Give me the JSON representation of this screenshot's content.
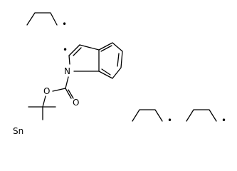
{
  "molecule": {
    "atom_labels": {
      "nitrogen": "N",
      "carbonyl_oxygen": "O",
      "ester_oxygen": "O",
      "tin": "Sn"
    },
    "radical_marker": "•"
  }
}
